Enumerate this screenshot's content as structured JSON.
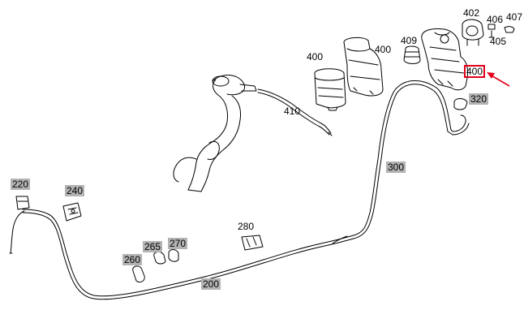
{
  "callouts": {
    "c402": "402",
    "c406": "406",
    "c407": "407",
    "c405": "405",
    "c409": "409",
    "c400a": "400",
    "c400b": "400",
    "c400c": "400",
    "c320": "320",
    "c410": "410",
    "c300": "300",
    "c220": "220",
    "c240": "240",
    "c280": "280",
    "c265": "265",
    "c270": "270",
    "c260": "260",
    "c200": "200"
  },
  "colors": {
    "line": "#000000",
    "label_bg": "#b3b3b3",
    "highlight": "#e2001a"
  }
}
